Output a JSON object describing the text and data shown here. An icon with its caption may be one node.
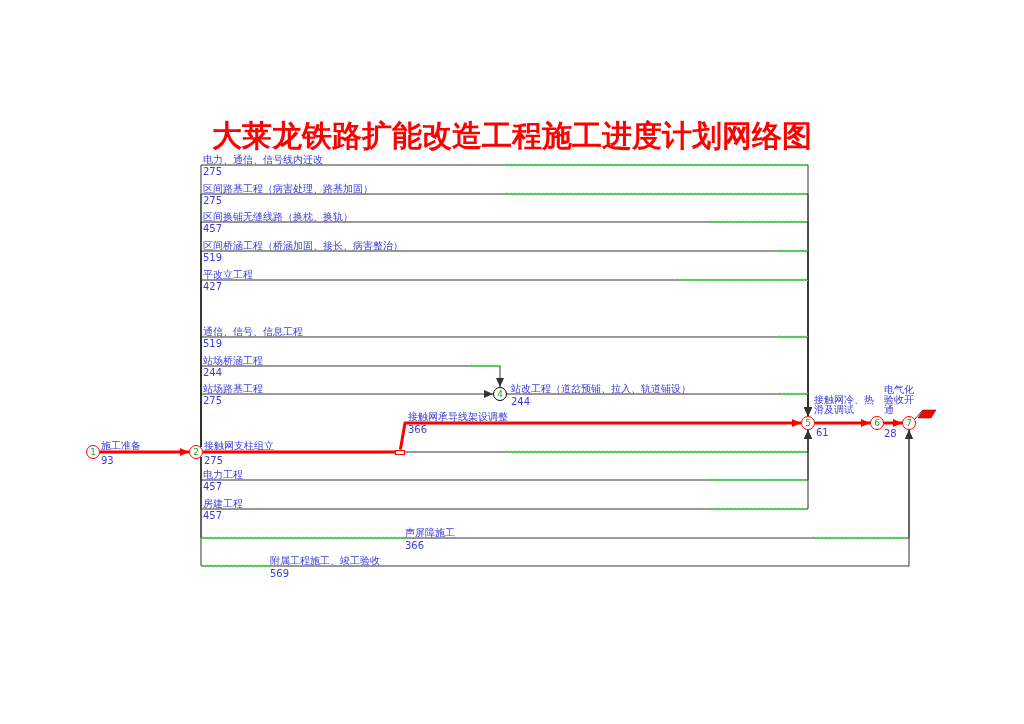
{
  "diagram": {
    "title": "大莱龙铁路扩能改造工程施工进度计划网络图",
    "nodes": [
      {
        "text": [
          "1"
        ]
      },
      {
        "text": [
          "2"
        ]
      },
      {
        "text": [
          "4"
        ]
      },
      {
        "text": [],
        "shape": "bar"
      },
      {
        "text": [
          "5"
        ]
      },
      {
        "text": [
          "6"
        ]
      },
      {
        "text": [
          "7"
        ]
      }
    ],
    "edges": [
      {
        "from": 0,
        "to": 1,
        "arrow": "to",
        "label": "施工准备",
        "style": "thick",
        "color": "#ff0000"
      },
      {
        "from": 1,
        "to": 4,
        "arrow": "to",
        "label": "电力、通信、信号线内迁改"
      },
      {
        "from": 1,
        "to": 4,
        "arrow": "to",
        "label": "区间路基工程（病害处理、路基加固）"
      },
      {
        "from": 1,
        "to": 4,
        "arrow": "to",
        "label": "区间换铺无缝线路（换枕、换轨）"
      },
      {
        "from": 1,
        "to": 4,
        "arrow": "to",
        "label": "区间桥涵工程（桥涵加固、接长、病害整治）"
      },
      {
        "from": 1,
        "to": 4,
        "arrow": "to",
        "label": "平改立工程"
      },
      {
        "from": 1,
        "to": 4,
        "arrow": "to",
        "label": "通信、信号、信息工程"
      },
      {
        "from": 1,
        "to": 2,
        "arrow": "to",
        "label": "站场桥涵工程"
      },
      {
        "from": 1,
        "to": 2,
        "arrow": "to",
        "label": "站场路基工程"
      },
      {
        "from": 2,
        "to": 4,
        "arrow": "to",
        "label": "站改工程（道岔预铺、拉入、轨道铺设）"
      },
      {
        "from": 1,
        "to": 3,
        "arrow": "none",
        "label": "接触网支柱组立",
        "style": "thick",
        "color": "#ff0000"
      },
      {
        "from": 3,
        "to": 4,
        "arrow": "to",
        "label": "接触网承导线架设调整",
        "style": "thick",
        "color": "#ff0000"
      },
      {
        "from": 3,
        "to": 4,
        "arrow": "to"
      },
      {
        "from": 1,
        "to": 4,
        "arrow": "to",
        "label": "电力工程"
      },
      {
        "from": 1,
        "to": 4,
        "arrow": "to",
        "label": "房建工程"
      },
      {
        "from": 1,
        "to": 6,
        "arrow": "to",
        "label": "声屏障施工"
      },
      {
        "from": 1,
        "to": 6,
        "arrow": "to",
        "label": "附属工程施工、竣工验收"
      },
      {
        "from": 4,
        "to": 5,
        "arrow": "to",
        "label": "接触网冷、热滑及调试",
        "style": "thick",
        "color": "#ff0000"
      },
      {
        "from": 5,
        "to": 6,
        "arrow": "to",
        "label": "电气化验收开通",
        "style": "thick",
        "color": "#ff0000"
      }
    ],
    "labels": [
      "93",
      "275",
      "275",
      "457",
      "519",
      "427",
      "519",
      "244",
      "275",
      "244",
      "275",
      "366",
      "457",
      "457",
      "366",
      "569",
      "61",
      "28"
    ]
  }
}
